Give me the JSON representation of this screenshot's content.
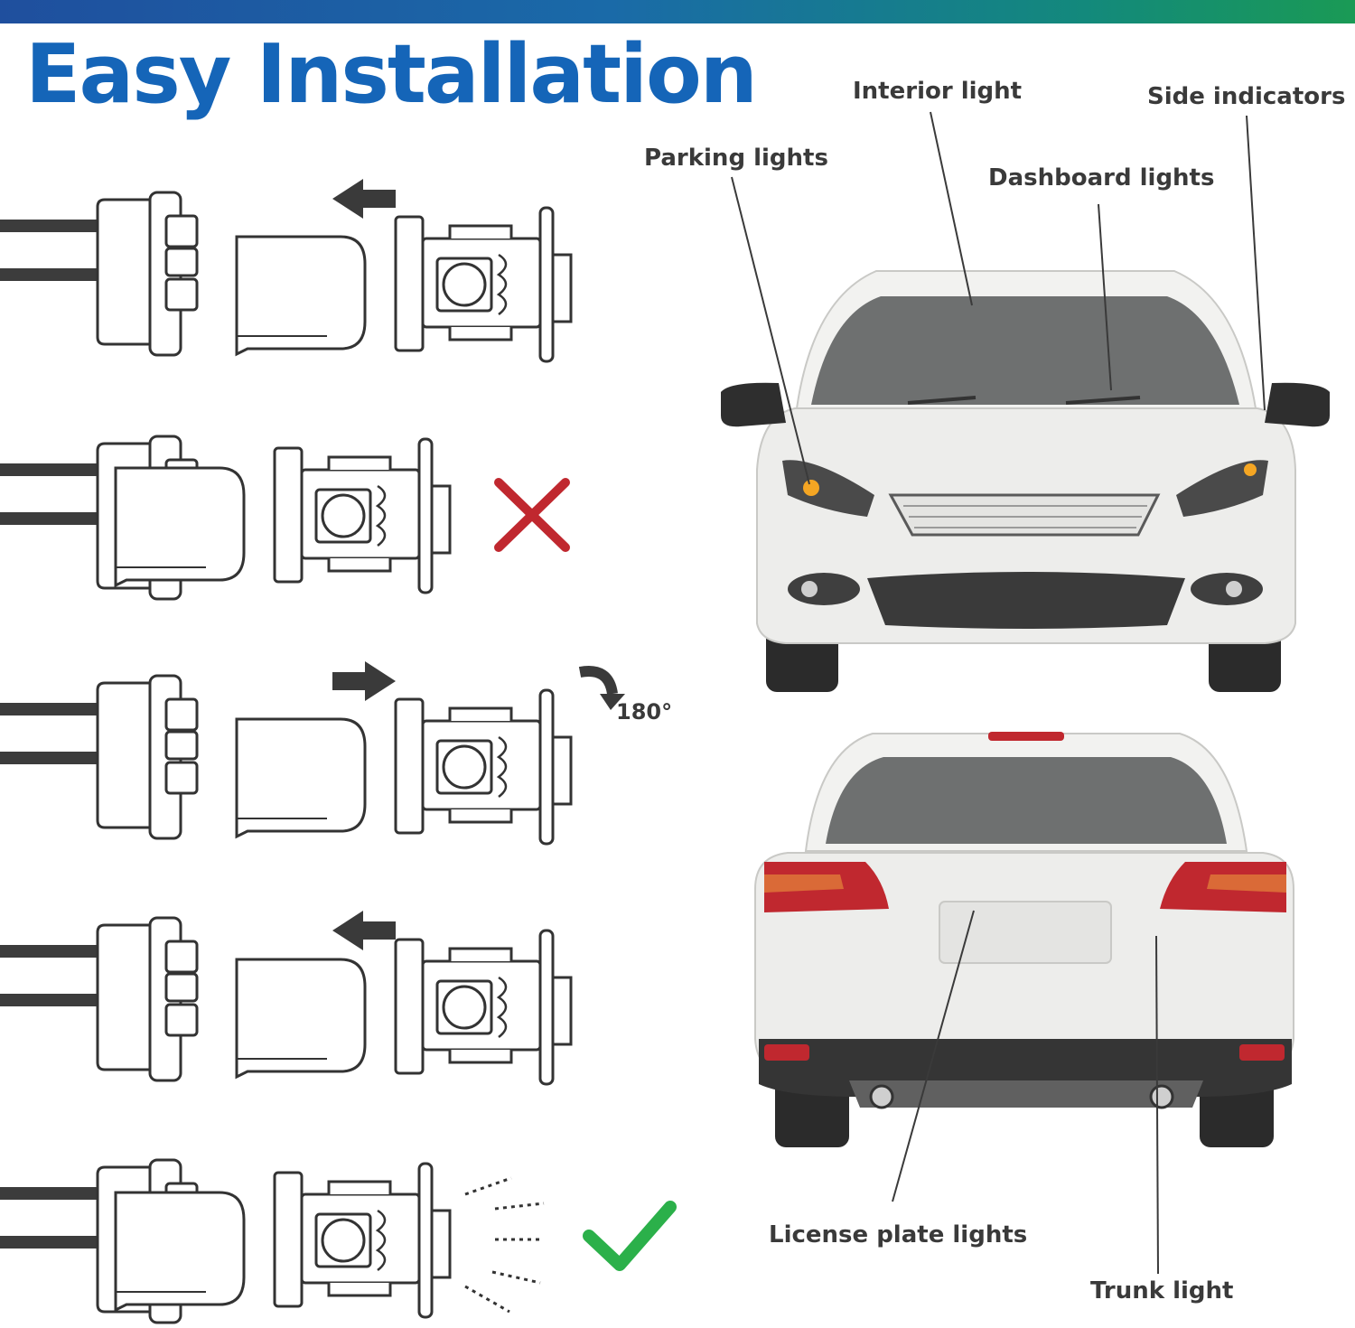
{
  "header": {
    "title": "Easy Installation",
    "bar_gradient": [
      "#1f4f9e",
      "#13897c",
      "#1a9a55"
    ],
    "title_color": "#1565b8"
  },
  "steps": [
    {
      "action": "pull",
      "arrow": "left"
    },
    {
      "action": "insert",
      "result": "cross-icon"
    },
    {
      "action": "rotate",
      "arrow": "right",
      "rotation_label": "180°"
    },
    {
      "action": "pull",
      "arrow": "left"
    },
    {
      "action": "insert",
      "result": "check-icon"
    }
  ],
  "front_car_labels": {
    "interior": "Interior light",
    "side": "Side indicators",
    "parking": "Parking lights",
    "dashboard": "Dashboard lights"
  },
  "rear_car_labels": {
    "license": "License plate lights",
    "trunk": "Trunk light"
  },
  "colors": {
    "cross": "#c0282f",
    "check": "#2bb04a",
    "line": "#3a3a3a",
    "taillight": "#c0282f"
  }
}
